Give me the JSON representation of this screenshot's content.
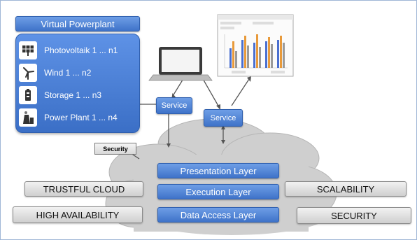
{
  "title": "Virtual Powerplant",
  "sources": [
    {
      "label": "Photovoltaik 1 ... n1",
      "icon": "solar-panel-icon"
    },
    {
      "label": "Wind 1 ... n2",
      "icon": "wind-turbine-icon"
    },
    {
      "label": "Storage 1 ... n3",
      "icon": "battery-icon"
    },
    {
      "label": "Power Plant 1 ... n4",
      "icon": "power-plant-icon"
    }
  ],
  "security_small": "Security",
  "service_left": "Service",
  "service_right": "Service",
  "layers": [
    "Presentation Layer",
    "Execution Layer",
    "Data Access Layer"
  ],
  "tags": {
    "trustful_cloud": "TRUSTFUL CLOUD",
    "high_availability": "HIGH AVAILABILITY",
    "scalability": "SCALABILITY",
    "security": "SECURITY"
  },
  "colors": {
    "blue": "#4a7fd6",
    "cloud": "#d2d2d2",
    "tag_gray": "#dcdcdc"
  }
}
